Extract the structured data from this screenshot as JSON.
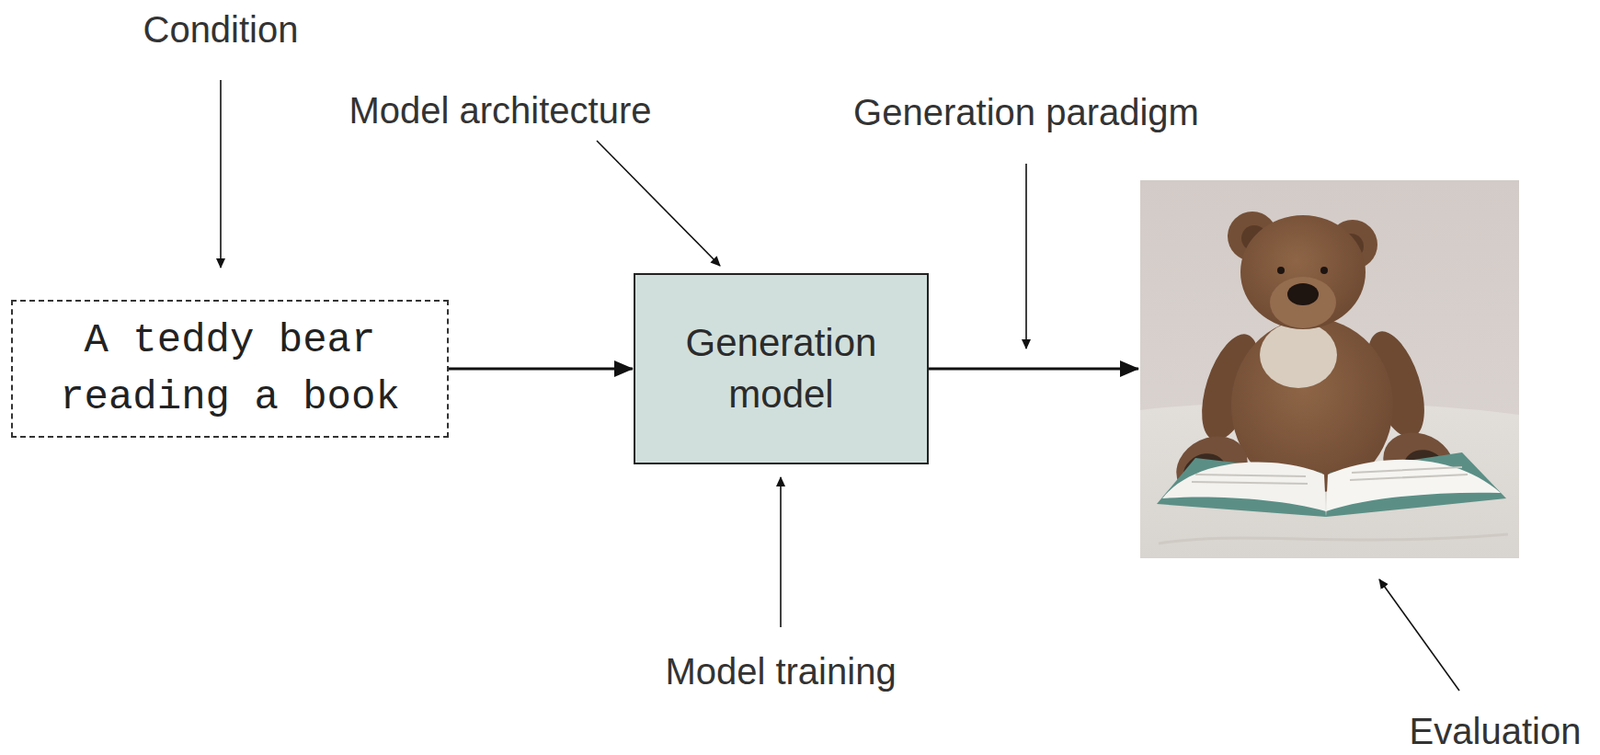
{
  "diagram": {
    "nodes": [
      {
        "text": [
          "A teddy bear reading a book"
        ]
      },
      {
        "text": [
          "Generation model"
        ]
      }
    ],
    "edges": [
      {
        "from": 0,
        "to": 1,
        "arrow": "to"
      }
    ],
    "labels": [
      "Condition",
      "Model architecture",
      "Generation paradigm",
      "Model training",
      "Evaluation"
    ]
  }
}
